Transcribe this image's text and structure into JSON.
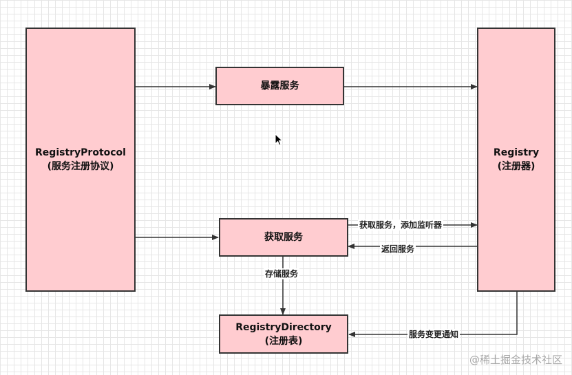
{
  "nodes": {
    "registry_protocol": {
      "title": "RegistryProtocol",
      "subtitle": "(服务注册协议)"
    },
    "expose_service": {
      "title": "暴露服务"
    },
    "registry": {
      "title": "Registry",
      "subtitle": "(注册器)"
    },
    "get_service": {
      "title": "获取服务"
    },
    "registry_directory": {
      "title": "RegistryDirectory",
      "subtitle": "(注册表)"
    }
  },
  "edges": {
    "get_and_listen": "获取服务，添加监听器",
    "return_service": "返回服务",
    "store_service": "存储服务",
    "change_notify": "服务变更通知"
  },
  "watermark": "@稀土掘金技术社区",
  "colors": {
    "node_fill": "#ffccd0",
    "stroke": "#333333"
  },
  "icons": {
    "cursor": "mouse-pointer-icon"
  }
}
